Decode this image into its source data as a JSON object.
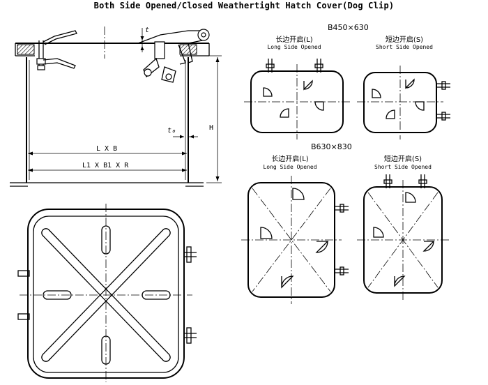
{
  "title": "Both Side Opened/Closed Weathertight Hatch Cover(Dog Clip)",
  "dimensions": {
    "lxb": "L X B",
    "l1b1r": "L1 X B1 X R",
    "h": "H",
    "t": "t",
    "t0": "t₀"
  },
  "variants": [
    {
      "size": "B450×630",
      "long": {
        "cn": "长边开启(L)",
        "en": "Long Side Opened"
      },
      "short": {
        "cn": "短边开启(S)",
        "en": "Short Side Opened"
      }
    },
    {
      "size": "B630×830",
      "long": {
        "cn": "长边开启(L)",
        "en": "Long Side Opened"
      },
      "short": {
        "cn": "短边开启(S)",
        "en": "Short Side Opened"
      }
    }
  ]
}
